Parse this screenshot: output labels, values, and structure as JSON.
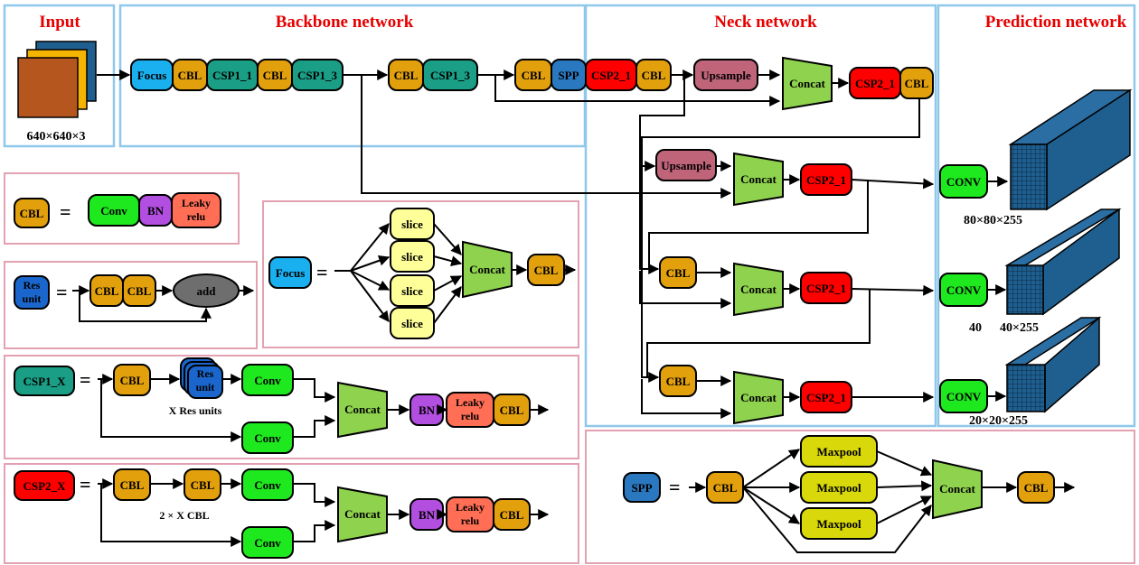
{
  "colors": {
    "focus": "#1ab0f0",
    "cbl": "#e3a00d",
    "csp1": "#1a9e86",
    "spp": "#2a78bf",
    "csp2": "#ff0000",
    "upsample": "#c0647a",
    "concat": "#8fd24e",
    "conv": "#1ee81e",
    "bn": "#b24ee0",
    "leaky": "#ff6e55",
    "slice": "#ffff99",
    "res": "#1a66cc",
    "add": "#6e6e6e",
    "maxpool": "#d8d80a",
    "cube": "#1f5f8f",
    "title": "#e60000"
  },
  "sections": {
    "input": "Input",
    "backbone": "Backbone network",
    "neck": "Neck network",
    "prediction": "Prediction network"
  },
  "input_dims": "640×640×3",
  "labels": {
    "focus": "Focus",
    "cbl": "CBL",
    "csp1_1": "CSP1_1",
    "csp1_3": "CSP1_3",
    "spp": "SPP",
    "csp2_1": "CSP2_1",
    "upsample": "Upsample",
    "concat": "Concat",
    "conv": "Conv",
    "conv_upper": "CONV",
    "bn": "BN",
    "leaky1": "Leaky",
    "leaky2": "relu",
    "slice": "slice",
    "res1": "Res",
    "res2": "unit",
    "add": "add",
    "csp1_x": "CSP1_X",
    "csp2_x": "CSP2_X",
    "maxpool": "Maxpool",
    "eq": "="
  },
  "notes": {
    "res_units": "X Res units",
    "cbl_count": "2 × X CBL"
  },
  "outputs": {
    "out1": "80×80×255",
    "out2_a": "40",
    "out2_b": "40×255",
    "out3": "20×20×255"
  }
}
